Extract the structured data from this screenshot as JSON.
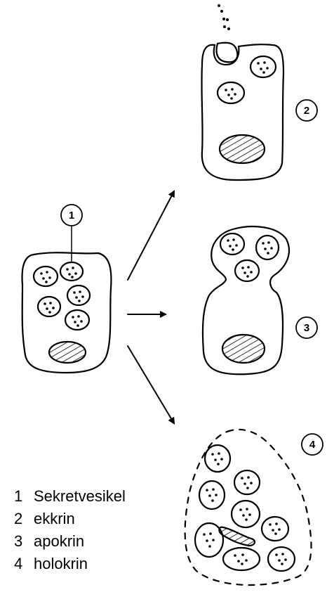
{
  "labels": {
    "cell_secretory": "1",
    "cell_eccrine": "2",
    "cell_apocrine": "3",
    "cell_holocrine": "4"
  },
  "legend": [
    {
      "number": "1",
      "text": "Sekretvesikel"
    },
    {
      "number": "2",
      "text": "ekkrin"
    },
    {
      "number": "3",
      "text": "apokrin"
    },
    {
      "number": "4",
      "text": "holokrin"
    }
  ]
}
